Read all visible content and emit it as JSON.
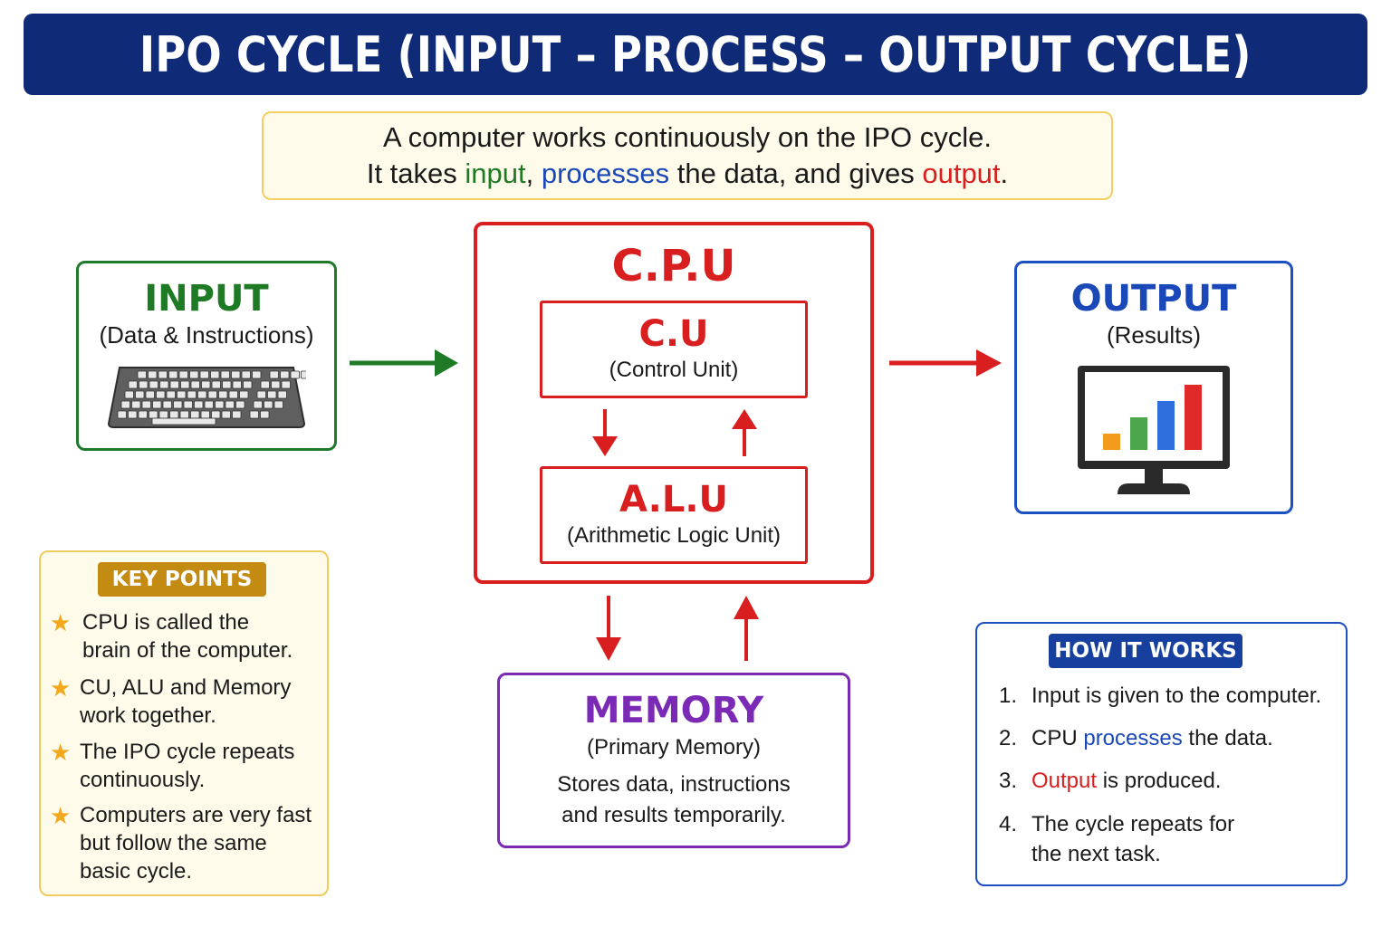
{
  "title": "IPO CYCLE (INPUT – PROCESS – OUTPUT CYCLE)",
  "intro": {
    "line1": "A computer works continuously on the IPO cycle.",
    "line2_a": "It takes ",
    "line2_input": "input",
    "line2_b": ", ",
    "line2_process": "processes",
    "line2_c": " the data, and gives ",
    "line2_output": "output",
    "line2_d": "."
  },
  "input": {
    "title": "INPUT",
    "subtitle": "(Data & Instructions)",
    "icon": "keyboard-icon"
  },
  "cpu": {
    "title": "C.P.U",
    "cu": {
      "title": "C.U",
      "subtitle": "(Control Unit)"
    },
    "alu": {
      "title": "A.L.U",
      "subtitle": "(Arithmetic Logic Unit)"
    }
  },
  "output": {
    "title": "OUTPUT",
    "subtitle": "(Results)",
    "icon": "monitor-bar-chart-icon"
  },
  "memory": {
    "title": "MEMORY",
    "subtitle": "(Primary Memory)",
    "desc1": "Stores data, instructions",
    "desc2": "and results temporarily."
  },
  "key_points": {
    "label": "KEY POINTS",
    "items": [
      {
        "line1": "CPU is called the",
        "line2": "brain of the computer."
      },
      {
        "line1": "CU, ALU and Memory",
        "line2": "work together."
      },
      {
        "line1": "The IPO cycle repeats",
        "line2": "continuously."
      },
      {
        "line1": "Computers are very fast",
        "line2": "but follow the same",
        "line3": "basic cycle."
      }
    ]
  },
  "how_it_works": {
    "label": "HOW IT WORKS",
    "steps": [
      {
        "num": "1.",
        "text_a": "Input is given to the computer."
      },
      {
        "num": "2.",
        "text_a": "CPU ",
        "text_b": "processes",
        "text_c": " the data."
      },
      {
        "num": "3.",
        "text_a": "Output",
        "text_b": " is produced."
      },
      {
        "num": "4.",
        "line1": "The cycle repeats for",
        "line2": "the next task."
      }
    ]
  },
  "colors": {
    "banner": "#0f2b78",
    "input": "#1f7a2b",
    "process": "#1a48b8",
    "cpu": "#d81e1e",
    "output": "#1c4fc0",
    "memory": "#7b2ab5",
    "key_points": "#c38b12",
    "star": "#f2a81d"
  },
  "chart_icon_values": [
    1,
    2,
    3,
    4
  ]
}
